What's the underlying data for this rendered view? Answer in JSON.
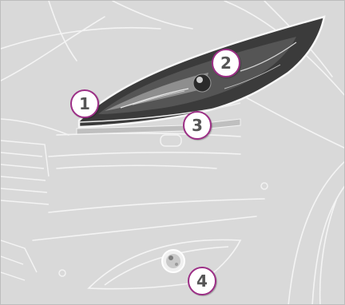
{
  "diagram": {
    "background_color": "#d9d9d9",
    "line_color": "#f2f2f2",
    "callout_border_color": "#9c2f86",
    "callouts": [
      {
        "id": "1",
        "label": "1"
      },
      {
        "id": "2",
        "label": "2"
      },
      {
        "id": "3",
        "label": "3"
      },
      {
        "id": "4",
        "label": "4"
      }
    ]
  }
}
